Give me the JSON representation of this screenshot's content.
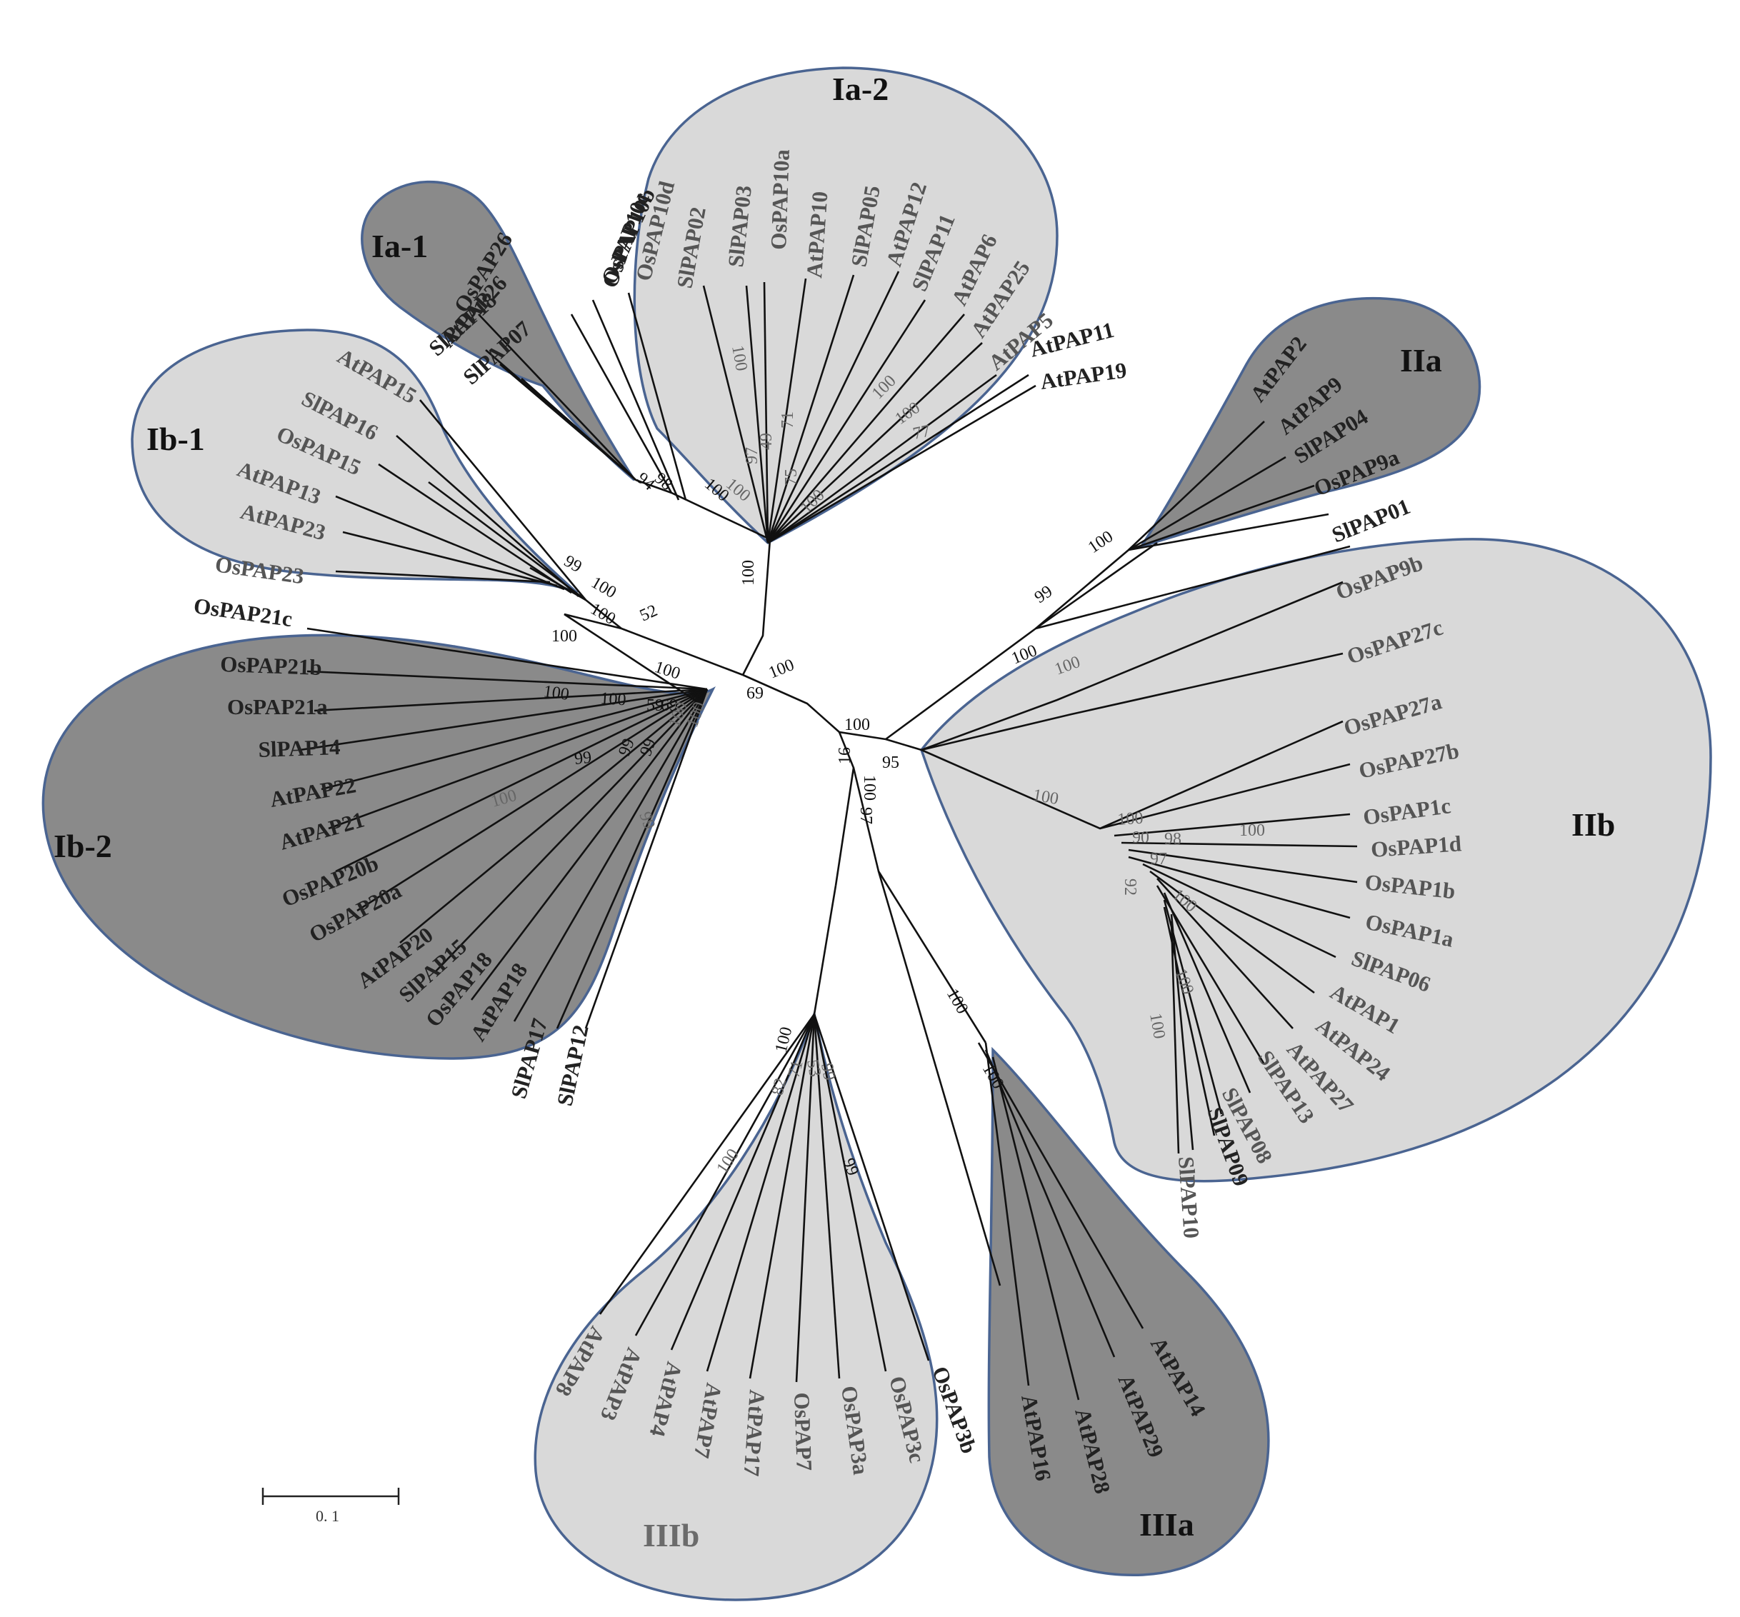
{
  "colors": {
    "light_fill": "#d9d9d9",
    "dark_fill": "#8a8a8a",
    "outline": "#4a6491",
    "branch": "#111111"
  },
  "clade_labels": {
    "Ia_1": "Ia-1",
    "Ia_2": "Ia-2",
    "Ib_1": "Ib-1",
    "Ib_2": "Ib-2",
    "IIa": "IIa",
    "IIb": "IIb",
    "IIIa": "IIIa",
    "IIIb": "IIIb"
  },
  "scale_bar": {
    "label": "0. 1",
    "value": 0.1
  },
  "leaves": {
    "Ia_1": [
      "OsPAP26",
      "AtPAP26",
      "SlPAP18",
      "SlPAP07"
    ],
    "Ia_2": [
      "OsPAP10d",
      "OsPAP10c",
      "OsPAP10b",
      "SlPAP02",
      "SlPAP03",
      "OsPAP10a",
      "AtPAP10",
      "SlPAP05",
      "AtPAP12",
      "SlPAP11",
      "AtPAP6",
      "AtPAP25",
      "AtPAP5",
      "AtPAP11",
      "AtPAP19"
    ],
    "Ib_1": [
      "AtPAP15",
      "SlPAP16",
      "OsPAP15",
      "AtPAP13",
      "AtPAP23",
      "OsPAP23"
    ],
    "Ib_2": [
      "OsPAP21c",
      "OsPAP21b",
      "OsPAP21a",
      "SlPAP14",
      "AtPAP22",
      "AtPAP21",
      "OsPAP20b",
      "OsPAP20a",
      "AtPAP20",
      "SlPAP15",
      "OsPAP18",
      "AtPAP18",
      "SlPAP17",
      "SlPAP12"
    ],
    "IIa": [
      "AtPAP2",
      "AtPAP9",
      "SlPAP04",
      "OsPAP9a"
    ],
    "IIb": [
      "SlPAP01",
      "OsPAP9b",
      "OsPAP27c",
      "OsPAP27a",
      "OsPAP27b",
      "OsPAP1c",
      "OsPAP1d",
      "OsPAP1b",
      "OsPAP1a",
      "SlPAP06",
      "AtPAP1",
      "AtPAP24",
      "AtPAP27",
      "SlPAP13",
      "SlPAP08",
      "SlPAP09",
      "SlPAP10"
    ],
    "IIIa": [
      "AtPAP16",
      "AtPAP28",
      "AtPAP29",
      "AtPAP14"
    ],
    "IIIb": [
      "AtPAP8",
      "AtPAP3",
      "AtPAP4",
      "AtPAP7",
      "AtPAP17",
      "OsPAP7",
      "OsPAP3a",
      "OsPAP3c",
      "OsPAP3b"
    ]
  },
  "bootstrap": {
    "center": [
      "100",
      "69",
      "100",
      "100",
      "95",
      "100",
      "97",
      "16"
    ],
    "I": [
      "100",
      "52",
      "100",
      "100",
      "99",
      "100",
      "94",
      "98",
      "100",
      "100"
    ],
    "Ia_2": [
      "100",
      "97",
      "49",
      "71",
      "75",
      "100",
      "100",
      "100",
      "77"
    ],
    "Ib_2": [
      "100",
      "100",
      "59",
      "69",
      "99",
      "100",
      "99",
      "99",
      "100",
      "100",
      "99"
    ],
    "II": [
      "100",
      "99",
      "100",
      "100",
      "100",
      "100",
      "90",
      "98",
      "100",
      "97",
      "92",
      "100",
      "100",
      "100"
    ],
    "III": [
      "100",
      "100",
      "100",
      "100",
      "82",
      "53",
      "99",
      "99",
      "71"
    ]
  }
}
